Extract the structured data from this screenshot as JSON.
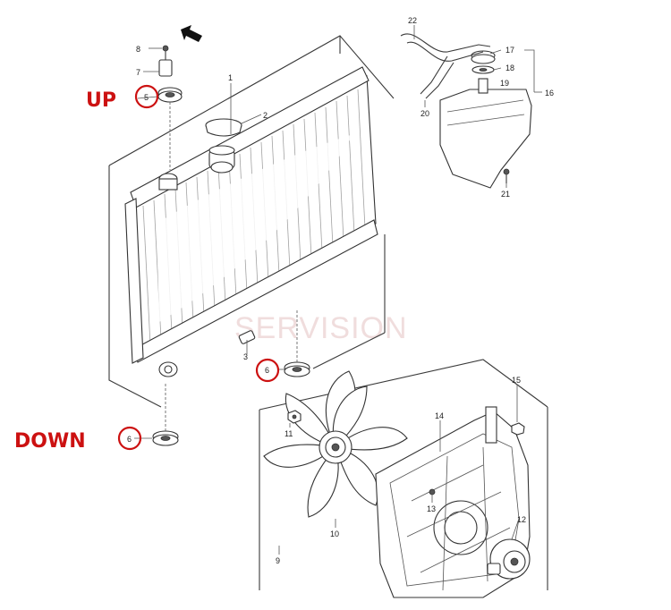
{
  "diagram": {
    "watermark": "SERVISION",
    "callouts": {
      "up": "UP",
      "down": "DOWN"
    },
    "part_numbers": {
      "p1": "1",
      "p2": "2",
      "p3": "3",
      "p5_up": "5",
      "p6_mid": "6",
      "p6_down": "6",
      "p7": "7",
      "p8": "8",
      "p9": "9",
      "p10": "10",
      "p11": "11",
      "p12": "12",
      "p13": "13",
      "p14": "14",
      "p15": "15",
      "p16": "16",
      "p17": "17",
      "p18": "18",
      "p19": "19",
      "p20": "20",
      "p21": "21",
      "p22": "22"
    },
    "colors": {
      "callout": "#cc1111",
      "linework": "#333333",
      "watermark": "#ead0d0"
    }
  }
}
